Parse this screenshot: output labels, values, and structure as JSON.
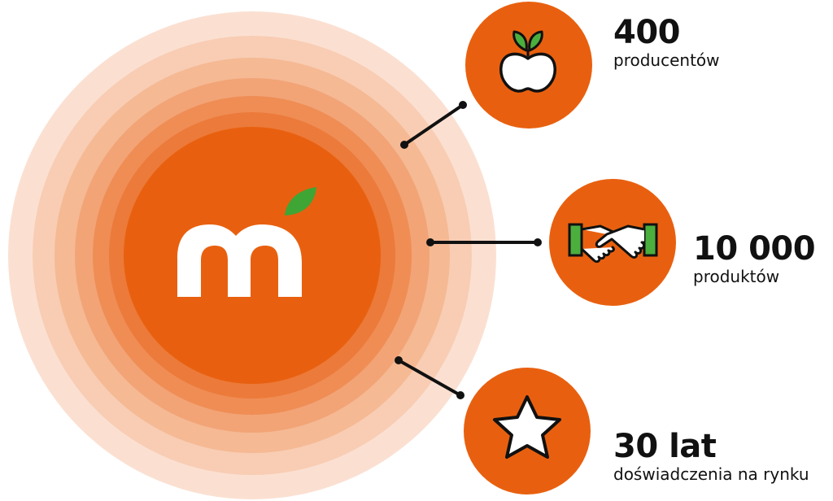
{
  "colors": {
    "brand_orange": "#E8600F",
    "ring_1": "#FBE0D2",
    "ring_2": "#F8CDB4",
    "ring_3": "#F5B994",
    "ring_4": "#F2A476",
    "ring_5": "#EF8D55",
    "ring_6": "#EC7A3A",
    "leaf_green": "#3FA535",
    "icon_green": "#4BAF3E",
    "connector": "#111111",
    "text": "#111111"
  },
  "logo": {
    "letter": "m",
    "icon": "mango-leaf-logo"
  },
  "stats": [
    {
      "value": "400",
      "label": "producentów",
      "icon": "apple-icon"
    },
    {
      "value": "10 000",
      "label": "produktów",
      "icon": "handshake-icon"
    },
    {
      "value": "30 lat",
      "label": "doświadczenia na rynku",
      "icon": "star-icon"
    }
  ]
}
